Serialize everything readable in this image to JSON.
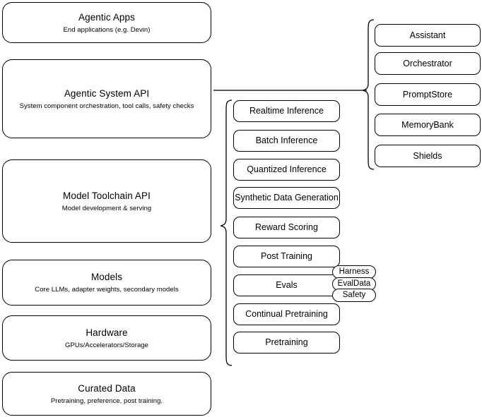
{
  "diagram": {
    "title": "Agentic stack layered architecture",
    "background_color": "#ffffff",
    "line_color": "#000000"
  },
  "stack_layers": [
    {
      "id": "agentic-apps",
      "title": "Agentic Apps",
      "subtitle": "End applications (e.g. Devin)"
    },
    {
      "id": "agentic-system-api",
      "title": "Agentic System API",
      "subtitle": "System component orchestration, tool calls, safety checks"
    },
    {
      "id": "model-toolchain-api",
      "title": "Model Toolchain API",
      "subtitle": "Model development & serving"
    },
    {
      "id": "models",
      "title": "Models",
      "subtitle": "Core LLMs, adapter weights, secondary models"
    },
    {
      "id": "hardware",
      "title": "Hardware",
      "subtitle": "GPUs/Accelerators/Storage"
    },
    {
      "id": "curated-data",
      "title": "Curated Data",
      "subtitle": "Pretraining, preference, post training."
    }
  ],
  "toolchain_capabilities": [
    {
      "id": "realtime-inference",
      "label": "Realtime Inference"
    },
    {
      "id": "batch-inference",
      "label": "Batch Inference"
    },
    {
      "id": "quantized-inference",
      "label": "Quantized Inference"
    },
    {
      "id": "synthetic-data-generation",
      "label": "Synthetic Data Generation"
    },
    {
      "id": "reward-scoring",
      "label": "Reward Scoring"
    },
    {
      "id": "post-training",
      "label": "Post Training"
    },
    {
      "id": "evals",
      "label": "Evals"
    },
    {
      "id": "continual-pretraining",
      "label": "Continual Pretraining"
    },
    {
      "id": "pretraining",
      "label": "Pretraining"
    }
  ],
  "evals_tags": [
    {
      "id": "harness",
      "label": "Harness"
    },
    {
      "id": "evaldata",
      "label": "EvalData"
    },
    {
      "id": "safety",
      "label": "Safety"
    }
  ],
  "system_components": [
    {
      "id": "assistant",
      "label": "Assistant"
    },
    {
      "id": "orchestrator",
      "label": "Orchestrator"
    },
    {
      "id": "promptstore",
      "label": "PromptStore"
    },
    {
      "id": "memorybank",
      "label": "MemoryBank"
    },
    {
      "id": "shields",
      "label": "Shields"
    }
  ]
}
